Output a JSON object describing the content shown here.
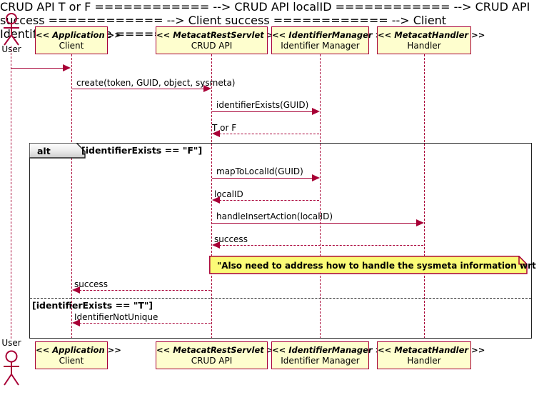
{
  "diagram": {
    "type": "uml-sequence-diagram",
    "colors": {
      "participant_fill": "#FEFECE",
      "participant_border": "#A80036",
      "lifeline": "#A80036",
      "arrow": "#A80036",
      "note_fill": "#FBFB77",
      "note_border": "#A80036",
      "frame_border": "#222222"
    },
    "actor": {
      "name": "User",
      "label": "User",
      "icon": "stick-figure-actor-icon"
    },
    "participants": [
      {
        "stereotype": "<< Application >>",
        "name": "Client"
      },
      {
        "stereotype": "<< MetacatRestServlet >>",
        "name": "CRUD API"
      },
      {
        "stereotype": "<< IdentifierManager >>",
        "name": "Identifier Manager"
      },
      {
        "stereotype": "<< MetacatHandler >>",
        "name": "Handler"
      }
    ],
    "messages": [
      {
        "label": "",
        "from": "User",
        "to": "Client",
        "style": "solid",
        "direction": "right"
      },
      {
        "label": "create(token, GUID, object, sysmeta)",
        "from": "Client",
        "to": "CRUD API",
        "style": "solid",
        "direction": "right"
      },
      {
        "label": "identifierExists(GUID)",
        "from": "CRUD API",
        "to": "Identifier Manager",
        "style": "solid",
        "direction": "right"
      },
      {
        "label": "T or F",
        "from": "Identifier Manager",
        "to": "CRUD API",
        "style": "dotted",
        "direction": "left"
      },
      {
        "label": "mapToLocalId(GUID)",
        "from": "CRUD API",
        "to": "Identifier Manager",
        "style": "solid",
        "direction": "right"
      },
      {
        "label": "localID",
        "from": "Identifier Manager",
        "to": "CRUD API",
        "style": "dotted",
        "direction": "left"
      },
      {
        "label": "handleInsertAction(localID)",
        "from": "CRUD API",
        "to": "Handler",
        "style": "solid",
        "direction": "right"
      },
      {
        "label": "success",
        "from": "Handler",
        "to": "CRUD API",
        "style": "dotted",
        "direction": "left"
      },
      {
        "label": "success",
        "from": "CRUD API",
        "to": "Client",
        "style": "dotted",
        "direction": "left"
      },
      {
        "label": "IdentifierNotUnique",
        "from": "CRUD API",
        "to": "Client",
        "style": "dotted",
        "direction": "left"
      }
    ],
    "alt_fragment": {
      "operator": "alt",
      "branches": [
        {
          "condition": "[identifierExists == \"F\"]"
        },
        {
          "condition": "[identifierExists == \"T\"]"
        }
      ]
    },
    "note": {
      "text": "\"Also need to address how to handle the sysmeta information wrt insertion methods\""
    }
  }
}
